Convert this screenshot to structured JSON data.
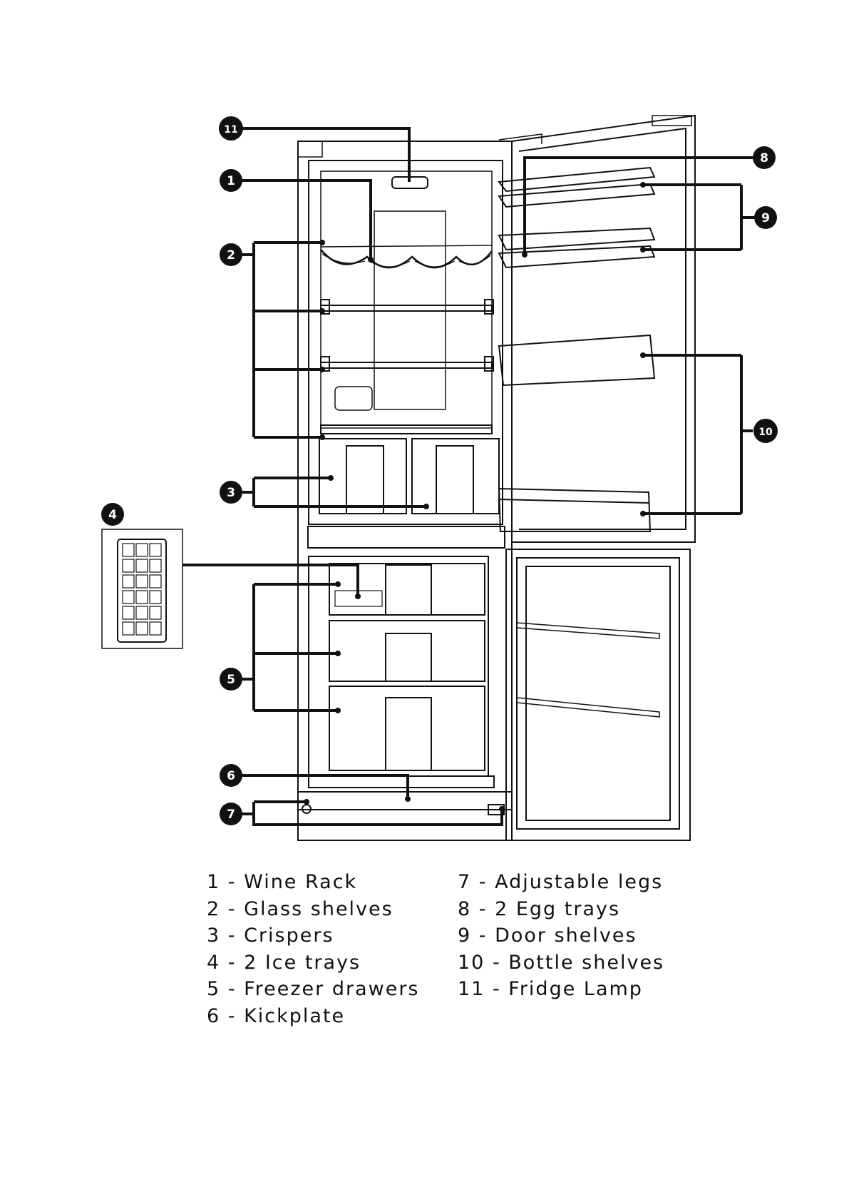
{
  "callouts": {
    "c1": "1",
    "c2": "2",
    "c3": "3",
    "c4": "4",
    "c5": "5",
    "c6": "6",
    "c7": "7",
    "c8": "8",
    "c9": "9",
    "c10": "10",
    "c11": "11"
  },
  "legend": {
    "left": [
      "1 - Wine Rack",
      "2 - Glass shelves",
      "3 - Crispers",
      "4 - 2 Ice trays",
      "5 - Freezer drawers",
      "6 - Kickplate"
    ],
    "right": [
      "7 - Adjustable legs",
      "8 - 2 Egg trays",
      "9 - Door shelves",
      "10 - Bottle shelves",
      "11 - Fridge Lamp"
    ]
  },
  "colors": {
    "ink": "#111111",
    "background": "#ffffff"
  }
}
